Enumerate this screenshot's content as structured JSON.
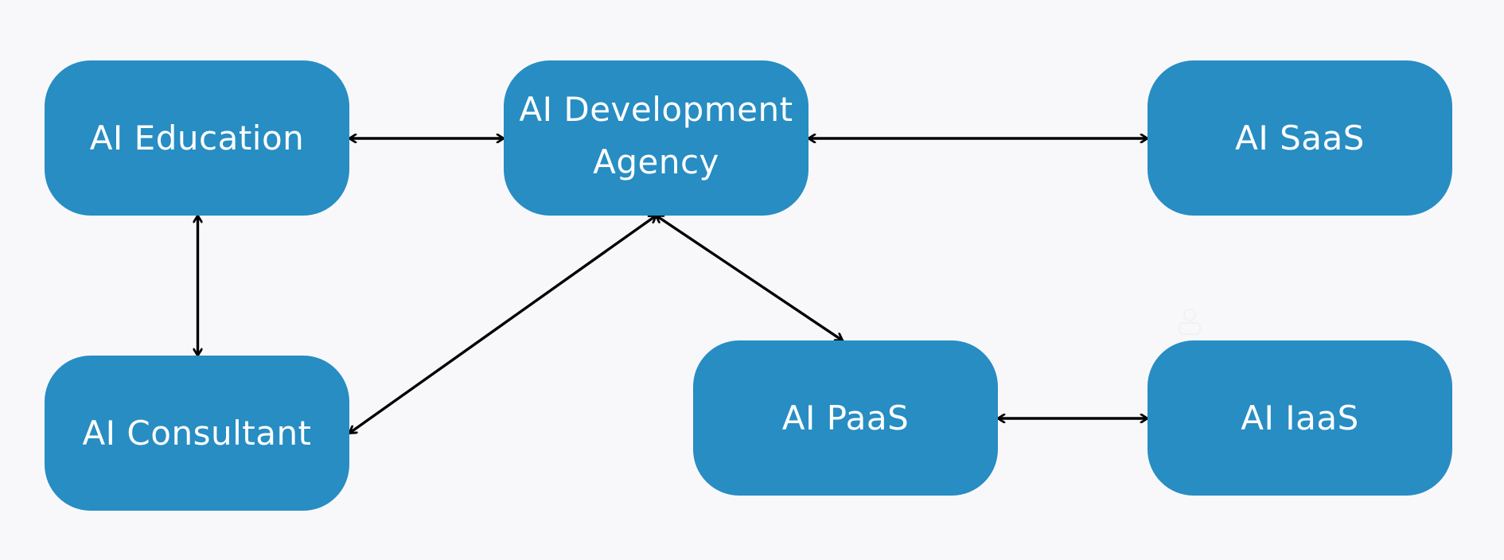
{
  "colors": {
    "background": "#f8f8fb",
    "node_fill": "#278dc3",
    "node_text": "#ffffff",
    "edge": "#000000"
  },
  "nodes": [
    {
      "id": "edu",
      "label": "AI Education"
    },
    {
      "id": "dev",
      "label": "AI Development\nAgency"
    },
    {
      "id": "saas",
      "label": "AI SaaS"
    },
    {
      "id": "cons",
      "label": "AI Consultant"
    },
    {
      "id": "paas",
      "label": "AI PaaS"
    },
    {
      "id": "iaas",
      "label": "AI IaaS"
    }
  ],
  "edges": [
    {
      "from": "edu",
      "to": "dev",
      "direction": "both"
    },
    {
      "from": "dev",
      "to": "saas",
      "direction": "both"
    },
    {
      "from": "edu",
      "to": "cons",
      "direction": "both"
    },
    {
      "from": "dev",
      "to": "cons",
      "direction": "both"
    },
    {
      "from": "dev",
      "to": "paas",
      "direction": "both"
    },
    {
      "from": "paas",
      "to": "iaas",
      "direction": "both"
    }
  ]
}
